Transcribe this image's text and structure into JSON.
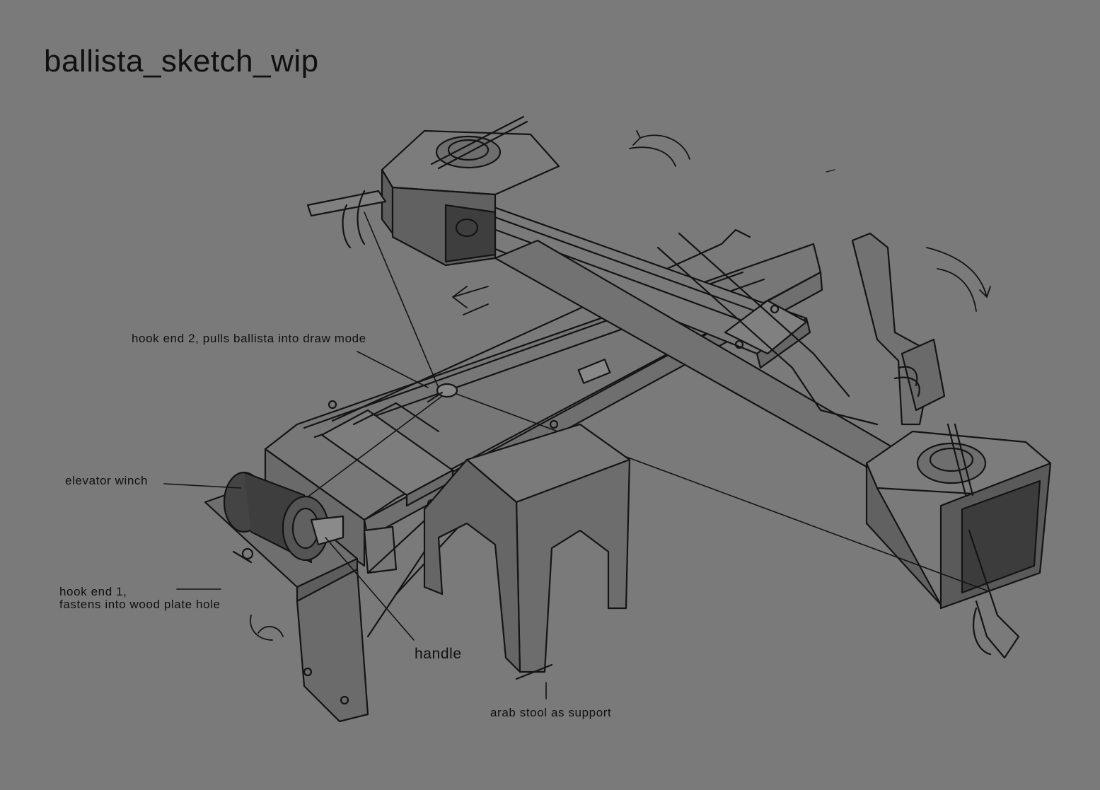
{
  "title": "ballista_sketch_wip",
  "callouts": {
    "hook_end_2": "hook end 2, pulls ballista into draw mode",
    "elevator_winch": "elevator winch",
    "hook_end_1_line1": "hook end 1,",
    "hook_end_1_line2": "fastens into wood plate hole",
    "handle": "handle",
    "stool": "arab stool as support"
  },
  "colors": {
    "background": "#7a7a7a",
    "ink": "#101010",
    "shade": "#5a5a5a"
  }
}
